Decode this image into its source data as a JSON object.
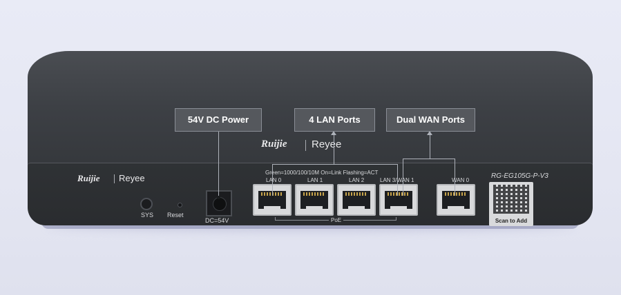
{
  "callouts": {
    "power": "54V DC Power",
    "lan": "4 LAN Ports",
    "wan": "Dual WAN Ports"
  },
  "brand": {
    "logo": "Ruijie",
    "sub": "Reyee"
  },
  "device": {
    "model": "RG-EG105G-P-V3",
    "led_legend": "Green=1000/100/10M  On=Link  Flashing=ACT",
    "sys_label": "SYS",
    "reset_label": "Reset",
    "dc_label": "DC=54V",
    "poe_label": "PoE",
    "qr_caption": "Scan to Add",
    "ports": [
      {
        "label": "LAN 0"
      },
      {
        "label": "LAN 1"
      },
      {
        "label": "LAN 2"
      },
      {
        "label": "LAN 3/WAN 1"
      },
      {
        "label": "WAN 0"
      }
    ]
  },
  "colors": {
    "background": "#e6e8f4",
    "device_body": "#3d4045",
    "callout_fill": "#55585d"
  }
}
